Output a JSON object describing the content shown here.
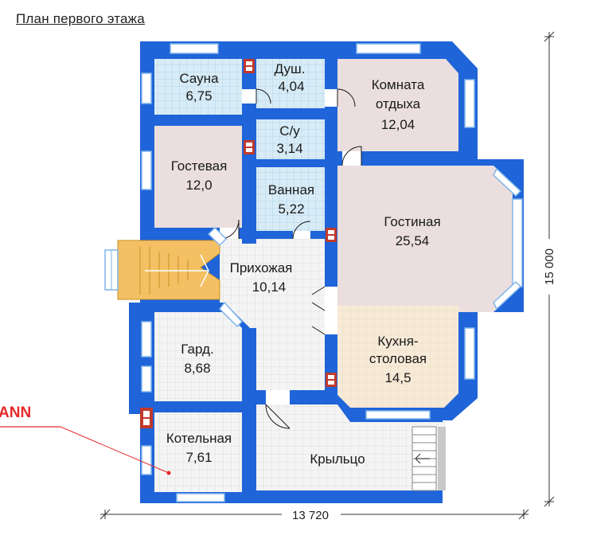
{
  "title": "План первого этажа",
  "rooms": [
    {
      "id": "sauna",
      "name": "Сауна",
      "area": "6,75"
    },
    {
      "id": "shower",
      "name": "Душ.",
      "area": "4,04"
    },
    {
      "id": "rest",
      "name_lines": [
        "Комната",
        "отдыха"
      ],
      "area": "12,04"
    },
    {
      "id": "wc",
      "name": "С/у",
      "area": "3,14"
    },
    {
      "id": "guest",
      "name": "Гостевая",
      "area": "12,0"
    },
    {
      "id": "bath",
      "name": "Ванная",
      "area": "5,22"
    },
    {
      "id": "living",
      "name": "Гостиная",
      "area": "25,54"
    },
    {
      "id": "hall",
      "name": "Прихожая",
      "area": "10,14"
    },
    {
      "id": "kitchen",
      "name_lines": [
        "Кухня-",
        "столовая"
      ],
      "area": "14,5"
    },
    {
      "id": "wardrobe",
      "name": "Гард.",
      "area": "8,68"
    },
    {
      "id": "boiler",
      "name": "Котельная",
      "area": "7,61"
    },
    {
      "id": "porch",
      "name": "Крыльцо"
    }
  ],
  "dimensions": {
    "width": "13 720",
    "height": "15 000"
  },
  "note": "ANN",
  "colors": {
    "wall": "#1f64d8",
    "wall_light": "#7fb3ec",
    "tile": "#d4eaf6",
    "room_pink": "#eadede",
    "room_beige": "#f7ead7",
    "room_white": "#f3f3f3",
    "stairs": "#f4c063",
    "stove": "#c0392b",
    "note": "#e52a2a"
  }
}
